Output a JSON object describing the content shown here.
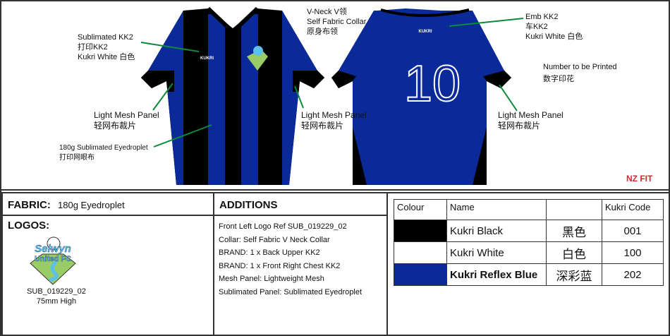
{
  "annotations": {
    "sublimated": [
      "Sublimated KK2",
      "打印KK2",
      "Kukri White 白色"
    ],
    "vneck": [
      "V-Neck   V领",
      "Self Fabric Collar",
      "原身布领"
    ],
    "mesh_label": [
      "Light Mesh Panel",
      "轻网布裁片"
    ],
    "body_fabric": [
      "180g Sublimated Eyedroplet",
      "打印网眼布"
    ],
    "emb": [
      "Emb KK2",
      "车KK2",
      "Kukri White 白色"
    ],
    "number": [
      "Number to be Printed",
      "数字印花"
    ],
    "fit": "NZ FIT",
    "shirt_number": "10",
    "brand": "KUKRI"
  },
  "fabric": {
    "label": "FABRIC:",
    "value": "180g Eyedroplet"
  },
  "logos": {
    "label": "LOGOS:",
    "logo_text": [
      "Selwyn",
      "United FC"
    ],
    "ref": "SUB_019229_02",
    "size": "75mm High"
  },
  "additions": {
    "label": "ADDITIONS",
    "items": [
      "Front Left Logo Ref SUB_019229_02",
      "Collar: Self Fabric V Neck Collar",
      "BRAND: 1 x Back Upper KK2",
      "BRAND: 1 x Front Right Chest KK2",
      "Mesh Panel: Lightweight Mesh",
      "Sublimated Panel: Sublimated Eyedroplet"
    ]
  },
  "colours": {
    "headers": [
      "Colour",
      "Name",
      "",
      "Kukri Code"
    ],
    "rows": [
      {
        "swatch": "#000000",
        "name": "Kukri Black",
        "cn": "黑色",
        "code": "001"
      },
      {
        "swatch": "#ffffff",
        "name": "Kukri White",
        "cn": "白色",
        "code": "100"
      },
      {
        "swatch": "#0a2a9a",
        "name": "Kukri Reflex Blue",
        "cn": "深彩蓝",
        "code": "202"
      }
    ]
  }
}
